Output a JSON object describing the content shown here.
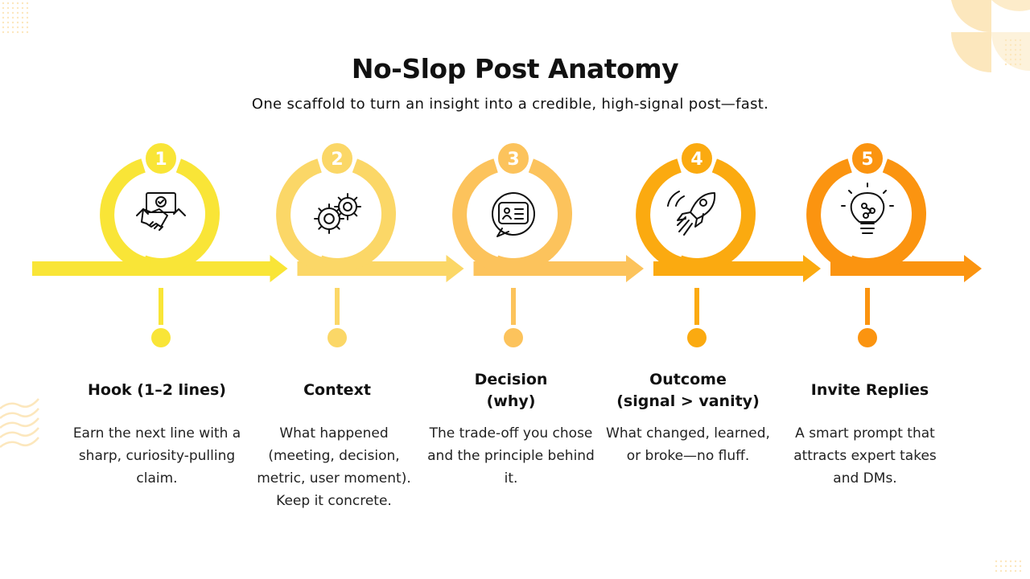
{
  "header": {
    "title": "No-Slop Post Anatomy",
    "subtitle": "One scaffold to turn an insight into a credible, high-signal post—fast."
  },
  "steps": [
    {
      "number": "1",
      "title_lines": [
        "Hook (1–2 lines)"
      ],
      "description": "Earn the next line with a sharp, curiosity-pulling claim.",
      "icon": "handshake-icon",
      "color": "#F9E537"
    },
    {
      "number": "2",
      "title_lines": [
        "Context"
      ],
      "description": "What happened (meeting, decision, metric, user moment). Keep it concrete.",
      "icon": "gears-icon",
      "color": "#FBD767"
    },
    {
      "number": "3",
      "title_lines": [
        "Decision",
        "(why)"
      ],
      "description": "The trade-off you chose and the principle behind it.",
      "icon": "profile-chat-icon",
      "color": "#FCC35C"
    },
    {
      "number": "4",
      "title_lines": [
        "Outcome",
        "(signal > vanity)"
      ],
      "description": "What changed, learned, or broke—no fluff.",
      "icon": "rocket-icon",
      "color": "#FBAA10"
    },
    {
      "number": "5",
      "title_lines": [
        "Invite Replies"
      ],
      "description": "A smart prompt that attracts expert takes and DMs.",
      "icon": "lightbulb-icon",
      "color": "#FB9410"
    }
  ],
  "colors": {
    "accent_light": "#F9E537",
    "accent_dark": "#FB9410",
    "decoration": "#FCE7BD",
    "text": "#111111"
  }
}
